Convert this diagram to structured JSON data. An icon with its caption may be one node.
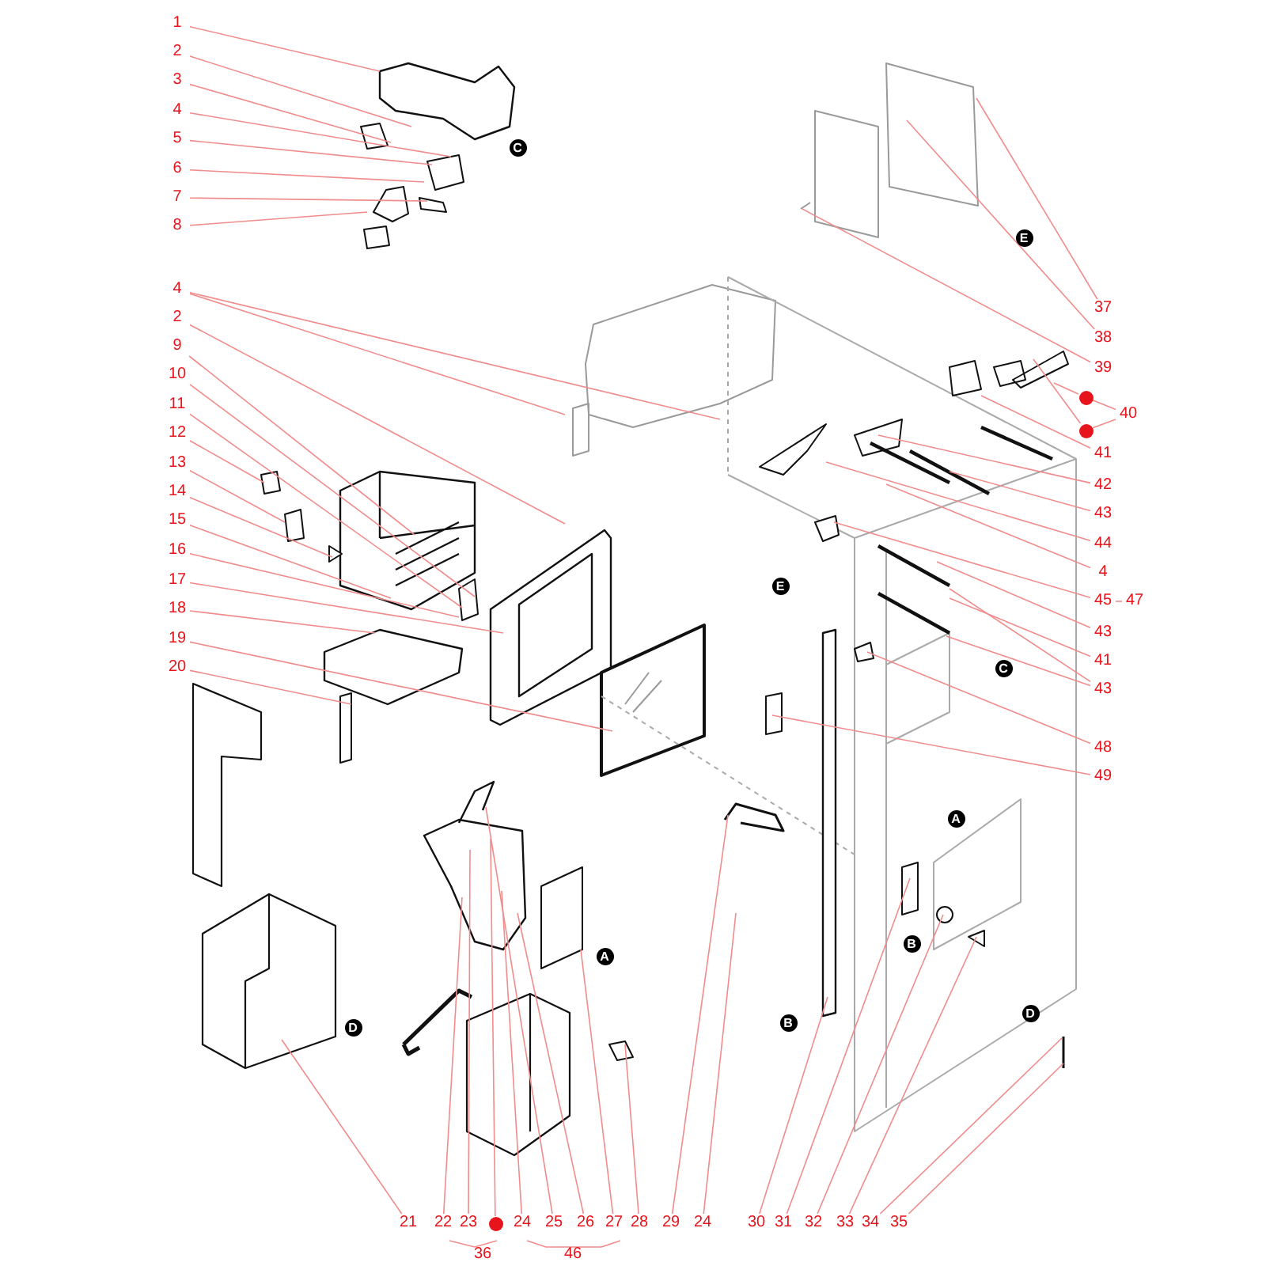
{
  "diagram": {
    "nodes": [
      {
        "text": [
          "1"
        ]
      },
      {
        "text": [
          "2"
        ]
      },
      {
        "text": [
          "3"
        ]
      },
      {
        "text": [
          "4"
        ]
      },
      {
        "text": [
          "5"
        ]
      },
      {
        "text": [
          "6"
        ]
      },
      {
        "text": [
          "7"
        ]
      },
      {
        "text": [
          "8"
        ]
      },
      {
        "text": [
          "4"
        ]
      },
      {
        "text": [
          "2"
        ]
      },
      {
        "text": [
          "9"
        ]
      },
      {
        "text": [
          "10"
        ]
      },
      {
        "text": [
          "11"
        ]
      },
      {
        "text": [
          "12"
        ]
      },
      {
        "text": [
          "13"
        ]
      },
      {
        "text": [
          "14"
        ]
      },
      {
        "text": [
          "15"
        ]
      },
      {
        "text": [
          "16"
        ]
      },
      {
        "text": [
          "17"
        ]
      },
      {
        "text": [
          "18"
        ]
      },
      {
        "text": [
          "19"
        ]
      },
      {
        "text": [
          "20"
        ]
      },
      {
        "text": [
          "37"
        ]
      },
      {
        "text": [
          "38"
        ]
      },
      {
        "text": [
          "39"
        ]
      },
      {
        "text": [
          "40"
        ]
      },
      {
        "text": [],
        "shape": "circle"
      },
      {
        "text": [],
        "shape": "circle"
      },
      {
        "text": [
          "41"
        ]
      },
      {
        "text": [
          "42"
        ]
      },
      {
        "text": [
          "43"
        ]
      },
      {
        "text": [
          "44"
        ]
      },
      {
        "text": [
          "4"
        ]
      },
      {
        "text": [
          "45"
        ]
      },
      {
        "text": [
          "47"
        ]
      },
      {
        "text": [
          "43"
        ]
      },
      {
        "text": [
          "41"
        ]
      },
      {
        "text": [
          "43"
        ]
      },
      {
        "text": [
          "48"
        ]
      },
      {
        "text": [
          "49"
        ]
      },
      {
        "text": [
          "21"
        ]
      },
      {
        "text": [
          "22"
        ]
      },
      {
        "text": [
          "23"
        ]
      },
      {
        "text": [],
        "shape": "circle"
      },
      {
        "text": [
          "24"
        ]
      },
      {
        "text": [
          "25"
        ]
      },
      {
        "text": [
          "26"
        ]
      },
      {
        "text": [
          "27"
        ]
      },
      {
        "text": [
          "28"
        ]
      },
      {
        "text": [
          "29"
        ]
      },
      {
        "text": [
          "24"
        ]
      },
      {
        "text": [
          "30"
        ]
      },
      {
        "text": [
          "31"
        ]
      },
      {
        "text": [
          "32"
        ]
      },
      {
        "text": [
          "33"
        ]
      },
      {
        "text": [
          "34"
        ]
      },
      {
        "text": [
          "35"
        ]
      },
      {
        "text": [
          "36"
        ]
      },
      {
        "text": [
          "46"
        ]
      }
    ],
    "edges": [
      {
        "from": 0,
        "to": null,
        "arrow": "none"
      },
      {
        "from": 1,
        "to": null,
        "arrow": "none"
      },
      {
        "from": 2,
        "to": null,
        "arrow": "none"
      },
      {
        "from": 3,
        "to": null,
        "arrow": "none"
      },
      {
        "from": 4,
        "to": null,
        "arrow": "none"
      },
      {
        "from": 5,
        "to": null,
        "arrow": "none"
      },
      {
        "from": 6,
        "to": null,
        "arrow": "none"
      },
      {
        "from": 7,
        "to": null,
        "arrow": "none"
      },
      {
        "from": 8,
        "to": null,
        "arrow": "none"
      },
      {
        "from": 8,
        "to": null,
        "arrow": "none"
      },
      {
        "from": 9,
        "to": null,
        "arrow": "none"
      },
      {
        "from": 10,
        "to": null,
        "arrow": "none"
      },
      {
        "from": 11,
        "to": null,
        "arrow": "none"
      },
      {
        "from": 12,
        "to": null,
        "arrow": "none"
      },
      {
        "from": 13,
        "to": null,
        "arrow": "none"
      },
      {
        "from": 14,
        "to": null,
        "arrow": "none"
      },
      {
        "from": 15,
        "to": null,
        "arrow": "none"
      },
      {
        "from": 16,
        "to": null,
        "arrow": "none"
      },
      {
        "from": 17,
        "to": null,
        "arrow": "none"
      },
      {
        "from": 18,
        "to": null,
        "arrow": "none"
      },
      {
        "from": 19,
        "to": null,
        "arrow": "none"
      },
      {
        "from": 20,
        "to": null,
        "arrow": "none"
      },
      {
        "from": 21,
        "to": null,
        "arrow": "none"
      },
      {
        "from": 22,
        "to": null,
        "arrow": "none"
      },
      {
        "from": 23,
        "to": null,
        "arrow": "none"
      },
      {
        "from": 24,
        "to": null,
        "arrow": "none"
      },
      {
        "from": 25,
        "to": 26,
        "arrow": "none"
      },
      {
        "from": 25,
        "to": 27,
        "arrow": "none"
      },
      {
        "from": 26,
        "to": null,
        "arrow": "none"
      },
      {
        "from": 27,
        "to": null,
        "arrow": "none"
      },
      {
        "from": 28,
        "to": null,
        "arrow": "none"
      },
      {
        "from": 29,
        "to": null,
        "arrow": "none"
      },
      {
        "from": 30,
        "to": null,
        "arrow": "none"
      },
      {
        "from": 31,
        "to": null,
        "arrow": "none"
      },
      {
        "from": 32,
        "to": null,
        "arrow": "none"
      },
      {
        "from": 33,
        "to": 34,
        "arrow": "none"
      },
      {
        "from": 33,
        "to": null,
        "arrow": "none"
      },
      {
        "from": 35,
        "to": null,
        "arrow": "none"
      },
      {
        "from": 36,
        "to": null,
        "arrow": "none"
      },
      {
        "from": 37,
        "to": null,
        "arrow": "none"
      },
      {
        "from": 37,
        "to": null,
        "arrow": "none"
      },
      {
        "from": 38,
        "to": null,
        "arrow": "none"
      },
      {
        "from": 39,
        "to": null,
        "arrow": "none"
      },
      {
        "from": 40,
        "to": null,
        "arrow": "none"
      },
      {
        "from": 41,
        "to": null,
        "arrow": "none"
      },
      {
        "from": 42,
        "to": null,
        "arrow": "none"
      },
      {
        "from": 43,
        "to": null,
        "arrow": "none"
      },
      {
        "from": 44,
        "to": null,
        "arrow": "none"
      },
      {
        "from": 45,
        "to": null,
        "arrow": "none"
      },
      {
        "from": 46,
        "to": null,
        "arrow": "none"
      },
      {
        "from": 47,
        "to": null,
        "arrow": "none"
      },
      {
        "from": 48,
        "to": null,
        "arrow": "none"
      },
      {
        "from": 49,
        "to": null,
        "arrow": "none"
      },
      {
        "from": 50,
        "to": null,
        "arrow": "none"
      },
      {
        "from": 51,
        "to": null,
        "arrow": "none"
      },
      {
        "from": 52,
        "to": null,
        "arrow": "none"
      },
      {
        "from": 53,
        "to": null,
        "arrow": "none"
      },
      {
        "from": 54,
        "to": null,
        "arrow": "none"
      },
      {
        "from": 55,
        "to": null,
        "arrow": "none"
      },
      {
        "from": 56,
        "to": null,
        "arrow": "none"
      }
    ],
    "labels": [
      "C",
      "E",
      "E",
      "C",
      "A",
      "A",
      "B",
      "B",
      "D",
      "D"
    ]
  }
}
